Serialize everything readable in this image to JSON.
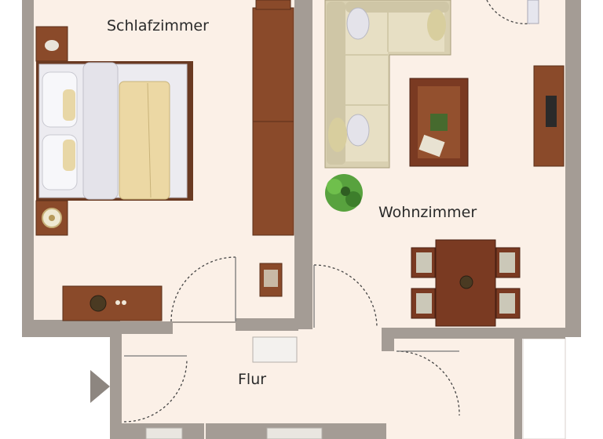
{
  "rooms": {
    "bedroom": "Schlafzimmer",
    "living": "Wohnzimmer",
    "hall": "Flur"
  },
  "colors": {
    "wall": "#a49c95",
    "floor": "#fbf0e7",
    "wood": "#8a4a2a",
    "sofa": "#e5dcc0",
    "bed_sheet": "#ecebf0",
    "blanket": "#ecd8a4",
    "plant": "#4f9a3a"
  }
}
